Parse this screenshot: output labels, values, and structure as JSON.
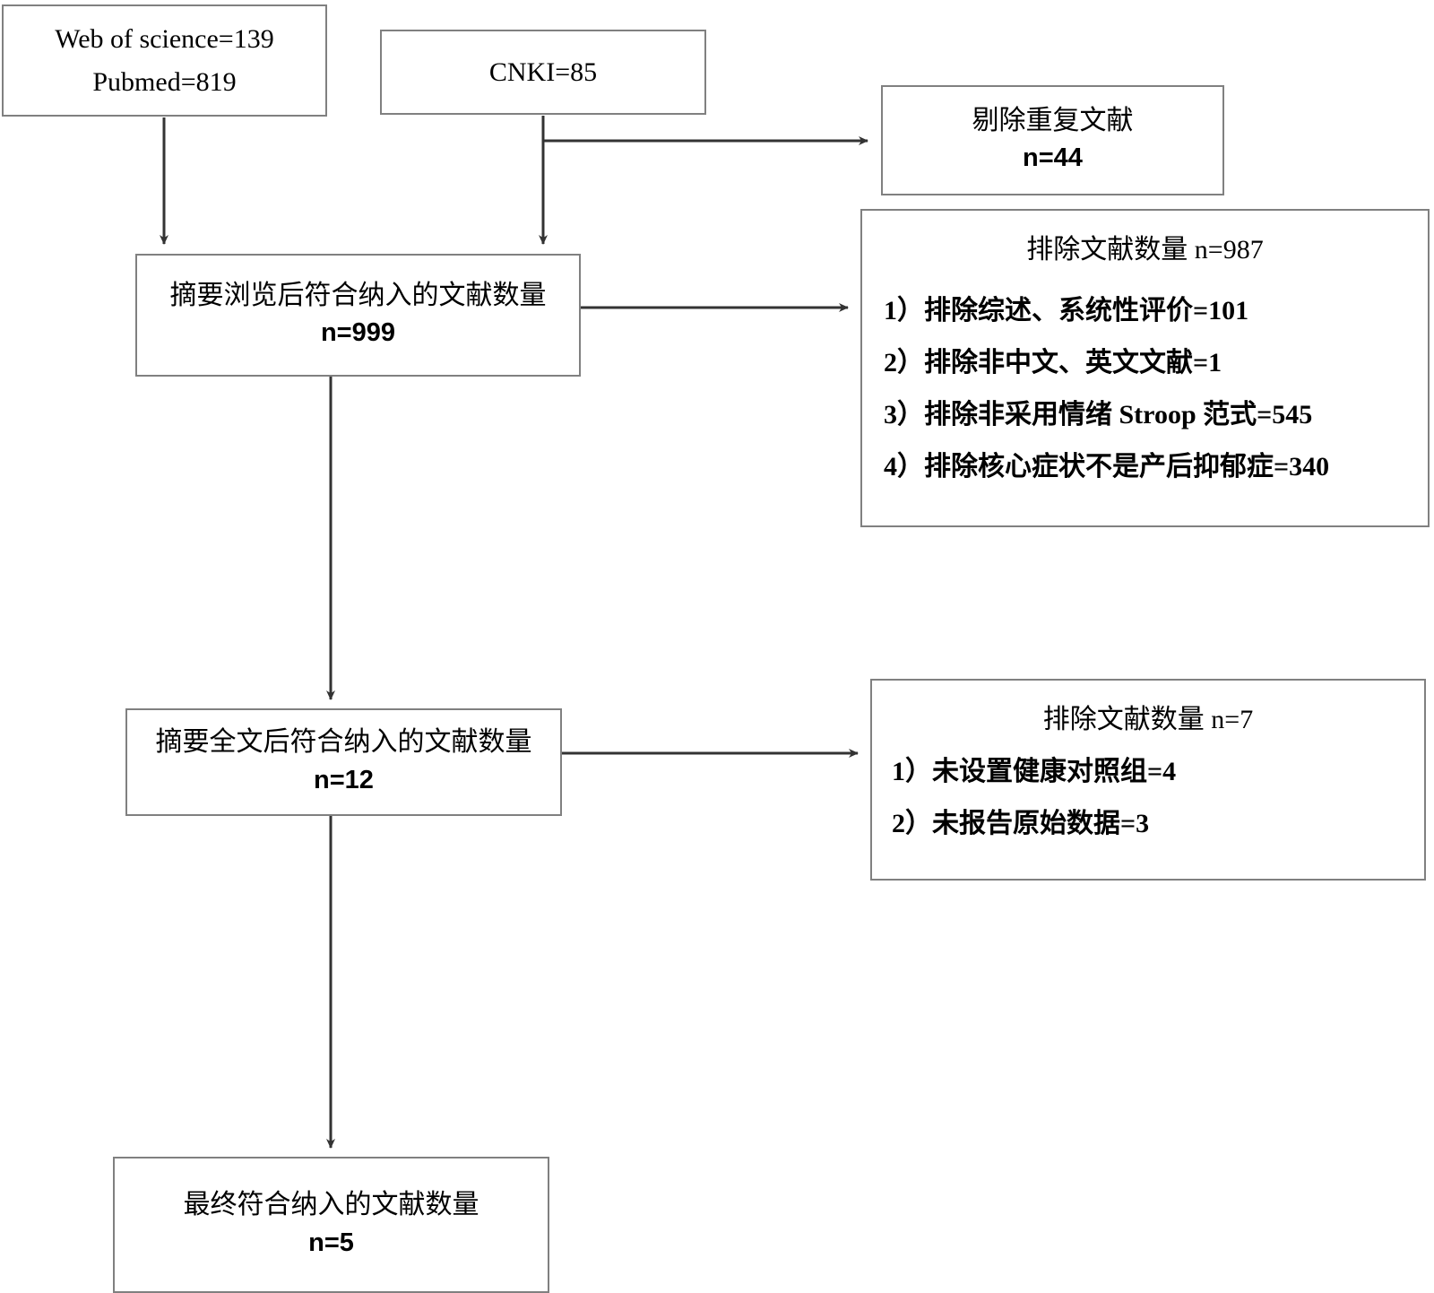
{
  "diagram": {
    "type": "prisma-flowchart",
    "nodes": {
      "source_western": {
        "line1": "Web of science=139",
        "line2": "Pubmed=819"
      },
      "source_cnki": {
        "line1": "CNKI=85"
      },
      "duplicates_removed": {
        "title": "剔除重复文献",
        "count": "n=44"
      },
      "screened_abstracts": {
        "title": "摘要浏览后符合纳入的文献数量",
        "count": "n=999"
      },
      "excluded_abstracts": {
        "title": "排除文献数量 n=987",
        "items": [
          "1）排除综述、系统性评价=101",
          "2）排除非中文、英文文献=1",
          "3）排除非采用情绪 Stroop 范式=545",
          "4）排除核心症状不是产后抑郁症=340"
        ]
      },
      "fulltext_included": {
        "title": "摘要全文后符合纳入的文献数量",
        "count": "n=12"
      },
      "excluded_fulltext": {
        "title": "排除文献数量 n=7",
        "items": [
          "1）未设置健康对照组=4",
          "2）未报告原始数据=3"
        ]
      },
      "final_included": {
        "title": "最终符合纳入的文献数量",
        "count": "n=5"
      }
    },
    "colors": {
      "border": "#808080",
      "connector": "#333333",
      "text": "#000000",
      "background": "#ffffff"
    }
  }
}
